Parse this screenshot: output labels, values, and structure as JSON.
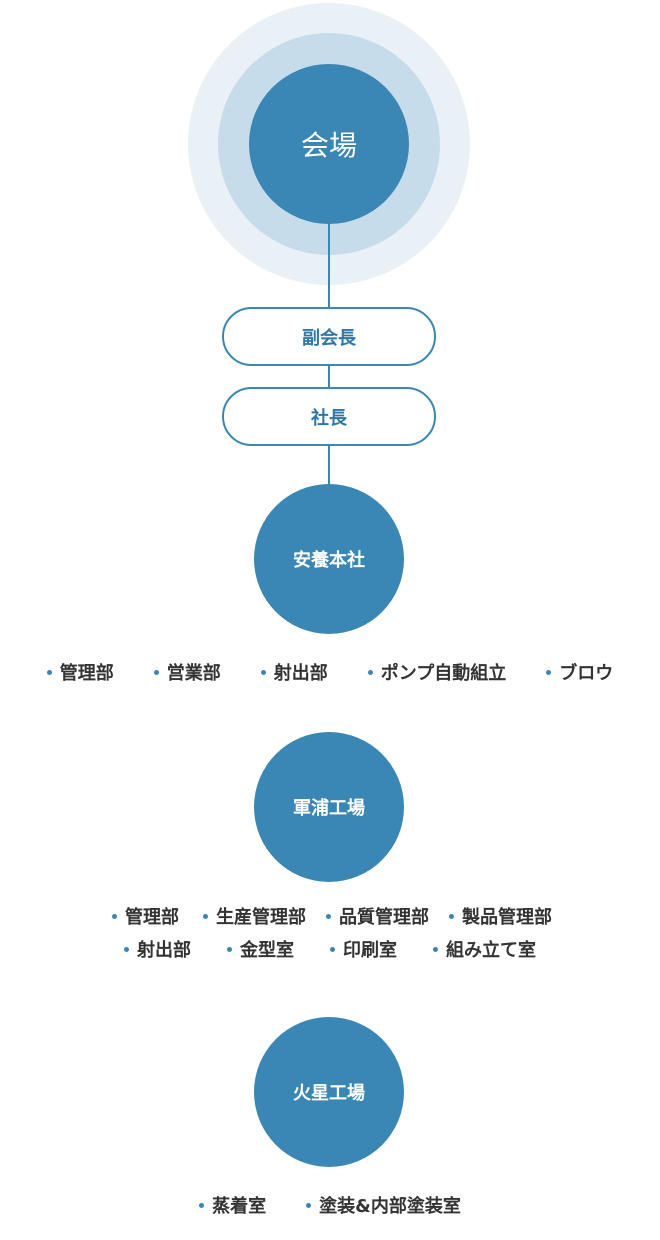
{
  "top": {
    "label": "会場"
  },
  "roles": [
    {
      "label": "副会長"
    },
    {
      "label": "社長"
    }
  ],
  "sections": [
    {
      "label": "安養本社",
      "departments": [
        [
          "管理部",
          "営業部",
          "射出部",
          "ポンプ自動組立",
          "ブロウ"
        ]
      ]
    },
    {
      "label": "軍浦工場",
      "departments": [
        [
          "管理部",
          "生産管理部",
          "品質管理部",
          "製品管理部"
        ],
        [
          "射出部",
          "金型室",
          "印刷室",
          "組み立て室"
        ]
      ]
    },
    {
      "label": "火星工場",
      "departments": [
        [
          "蒸着室",
          "塗装&内部塗装室"
        ]
      ]
    }
  ],
  "colors": {
    "primary": "#3a86b4",
    "halo_light": "#eaf1f6",
    "halo_mid": "#c7dcea",
    "text": "#333333"
  }
}
